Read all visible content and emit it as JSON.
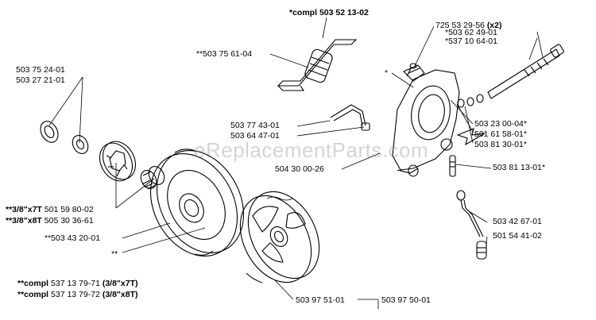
{
  "watermark": "eReplacementParts.com",
  "labels": {
    "p1": "*compl",
    "p1n": "503 52 13-02",
    "p2": "**503 75 61-04",
    "p3": "725 53 29-56",
    "p3q": "(x2)",
    "p4": "*503 62 49-01",
    "p5": "*537 10 64-01",
    "p6": "*",
    "p7": "503 75 24-01",
    "p8": "503 27 21-01",
    "p9": "503 77 43-01",
    "p10": "503 64 47-01",
    "p11": "503 23 00-04*",
    "p12": "501 61 58-01*",
    "p13": "503 81 30-01*",
    "p14": "504 30 00-26",
    "p15": "503 81 13-01*",
    "p16a": "**3/8\"x7T",
    "p16b": "501 59 80-02",
    "p17a": "**3/8\"x8T",
    "p17b": "505 30 36-61",
    "p18": "**503 43 20-01",
    "p19": "**",
    "p20": "503 42 67-01",
    "p21": "501 54 41-02",
    "p22a": "**compl",
    "p22b": "537 13 79-71",
    "p22c": "(3/8\"x7T)",
    "p23a": "**compl",
    "p23b": "537 13 79-72",
    "p23c": "(3/8\"x8T)",
    "p24": "503 97 51-01",
    "p25": "503 97 50-01"
  }
}
